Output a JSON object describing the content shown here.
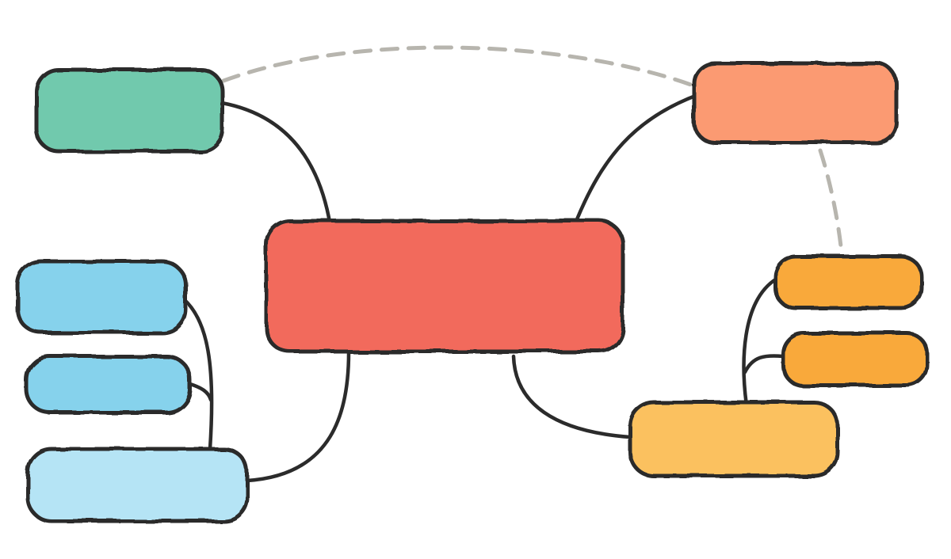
{
  "diagram": {
    "type": "mind-map",
    "colors": {
      "central": "#f26a5c",
      "teal": "#71c9ad",
      "salmon": "#fb9a72",
      "blue_dark": "#86d2ec",
      "blue_light": "#b5e4f5",
      "orange": "#f9a93a",
      "orange_light": "#fbc15e",
      "outline": "#2a2a2a",
      "dashed": "#b7b5ae"
    },
    "nodes": [
      {
        "id": "central",
        "label": ""
      },
      {
        "id": "teal",
        "label": ""
      },
      {
        "id": "salmon",
        "label": ""
      },
      {
        "id": "blue-top",
        "label": ""
      },
      {
        "id": "blue-middle",
        "label": ""
      },
      {
        "id": "blue-bottom",
        "label": ""
      },
      {
        "id": "orange-top",
        "label": ""
      },
      {
        "id": "orange-middle",
        "label": ""
      },
      {
        "id": "orange-bottom",
        "label": ""
      }
    ]
  }
}
